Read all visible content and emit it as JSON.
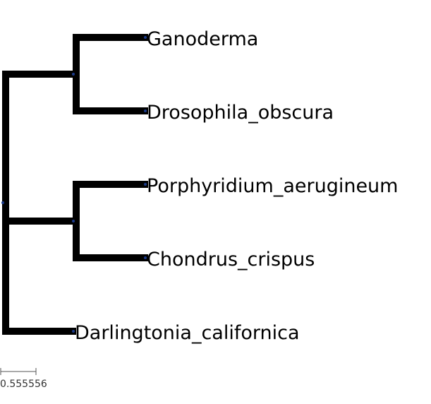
{
  "tree": {
    "leaves": [
      {
        "name": "Ganoderma"
      },
      {
        "name": "Drosophila_obscura"
      },
      {
        "name": "Porphyridium_aerugineum"
      },
      {
        "name": "Chondrus_crispus"
      },
      {
        "name": "Darlingtonia_californica"
      }
    ],
    "structure": {
      "clades": [
        {
          "members": [
            "Ganoderma",
            "Drosophila_obscura"
          ]
        },
        {
          "members": [
            "Porphyridium_aerugineum",
            "Chondrus_crispus"
          ]
        }
      ],
      "root_children": [
        "clade-0",
        "clade-1",
        "Darlingtonia_californica"
      ]
    },
    "branch_color": "#000000",
    "node_color": "#1a3a8a"
  },
  "scale_bar": {
    "label": "0.555556"
  }
}
